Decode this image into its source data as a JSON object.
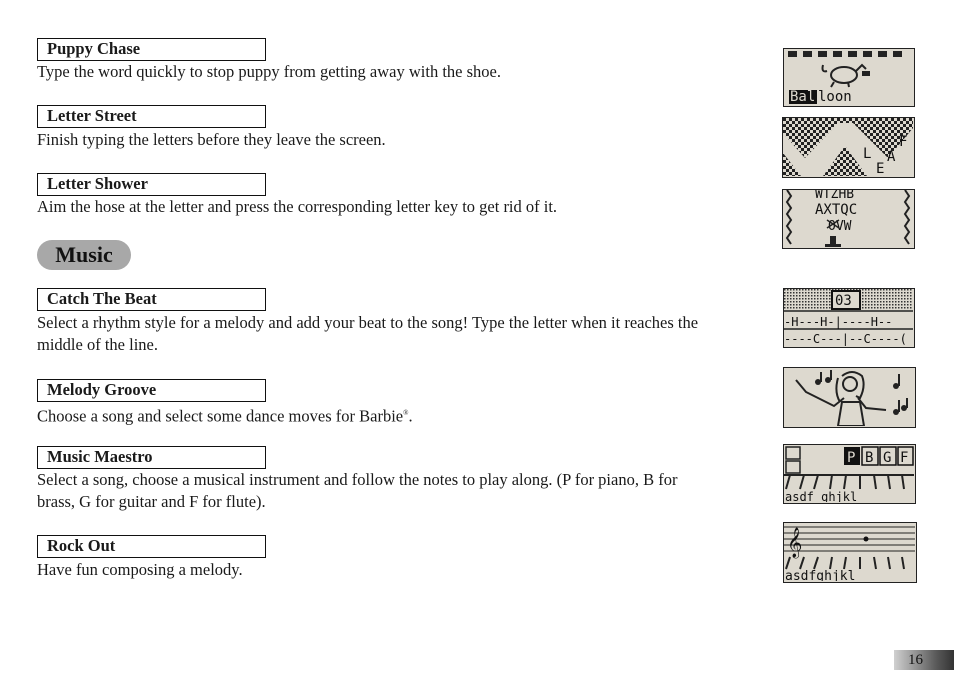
{
  "games": [
    {
      "title": "Puppy Chase",
      "description": "Type the word quickly to stop puppy from getting away with the shoe."
    },
    {
      "title": "Letter Street",
      "description": "Finish typing the letters before they leave the screen."
    },
    {
      "title": "Letter Shower",
      "description": "Aim the hose at the letter and press the corresponding letter key to get rid of it."
    }
  ],
  "section_title": "Music",
  "music_games": [
    {
      "title": "Catch The Beat",
      "description": "Select a rhythm style for a melody and add your beat to the song! Type the letter when it reaches the middle of the line."
    },
    {
      "title": "Melody Groove",
      "description": "Choose a song and select some dance moves for Barbie",
      "description_mark": "®",
      "description_end": "."
    },
    {
      "title": "Music Maestro",
      "description": "Select a song, choose a musical instrument and follow the notes to play along.  (P for piano, B for brass, G for guitar and F for flute)."
    },
    {
      "title": "Rock Out",
      "description": "Have fun composing a melody."
    }
  ],
  "screens": {
    "puppy_chase": {
      "word_highlight": "Bal",
      "word_rest": "loon"
    },
    "letter_street": {
      "letters": [
        "L",
        "E",
        "A",
        "F"
      ]
    },
    "letter_shower": {
      "row1": "WTZHB",
      "row2": "AXTQC",
      "row3": "OVW"
    },
    "catch_the_beat": {
      "counter": "03",
      "top_row": "-H---H-|----H--",
      "bottom_row": "----C---|--C----("
    },
    "music_maestro": {
      "instruments": [
        "P",
        "B",
        "G",
        "F"
      ],
      "keys": "asdf ghjkl"
    },
    "rock_out": {
      "keys": "asdfghjkl"
    }
  },
  "page_number": "16"
}
